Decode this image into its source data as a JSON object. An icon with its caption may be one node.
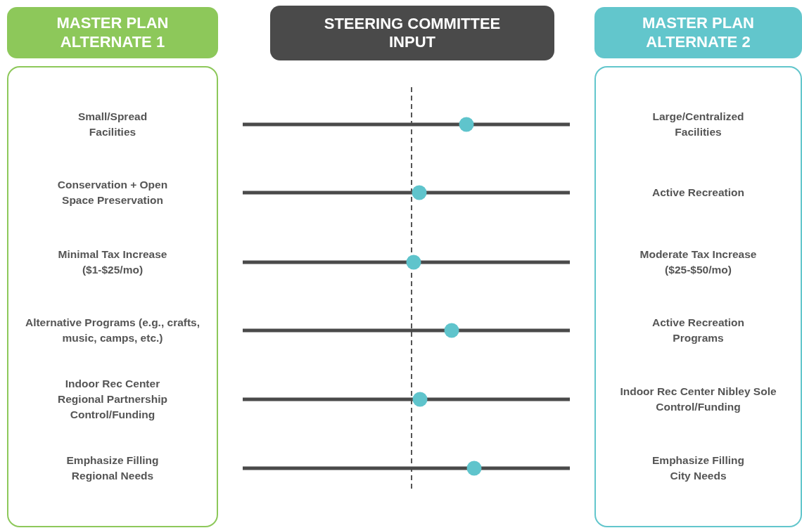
{
  "diagram": {
    "nodes": [
      {
        "text": [
          "MASTER PLAN ALTERNATE 1"
        ]
      },
      {
        "text": [
          "STEERING COMMITTEE INPUT"
        ]
      },
      {
        "text": [
          "MASTER PLAN ALTERNATE 2"
        ]
      },
      {
        "text": [
          "Small/Spread Facilities",
          "Conservation + Open Space Preservation",
          "Minimal Tax Increase ($1-$25/mo)",
          "Alternative Programs (e.g., crafts, music, camps, etc.)",
          "Indoor Rec Center Regional Partnership Control/Funding",
          "Emphasize Filling Regional Needs"
        ]
      },
      {
        "text": [
          "Large/Centralized Facilities",
          "Active Recreation",
          "Moderate Tax Increase ($25-$50/mo)",
          "Active Recreation Programs",
          "Indoor Rec Center Nibley Sole Control/Funding",
          "Emphasize Filling City Needs"
        ]
      }
    ]
  }
}
